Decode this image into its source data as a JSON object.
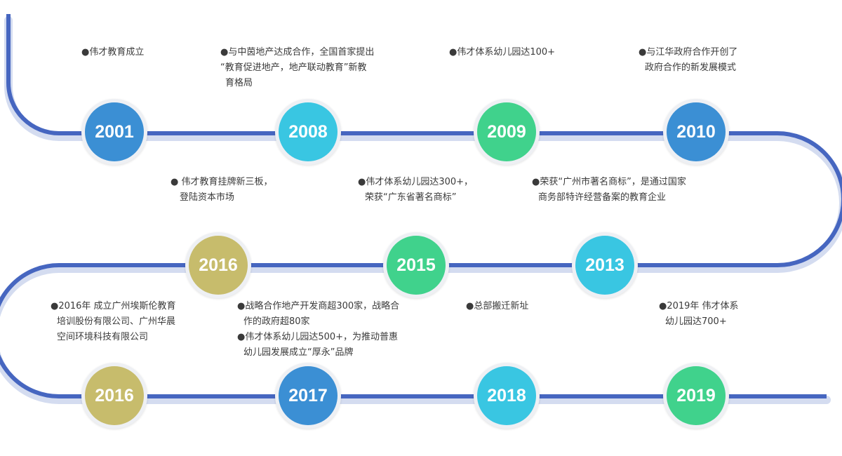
{
  "colors": {
    "track": "#4666c0",
    "track_glow": "#d4dcf0",
    "blue": "#3b8fd4",
    "cyan": "#39c6e2",
    "green": "#40d28c",
    "olive": "#c7bc6c"
  },
  "milestones": [
    {
      "year": "2001",
      "color": "#3b8fd4"
    },
    {
      "year": "2008",
      "color": "#39c6e2"
    },
    {
      "year": "2009",
      "color": "#40d28c"
    },
    {
      "year": "2010",
      "color": "#3b8fd4"
    },
    {
      "year": "2016",
      "color": "#c7bc6c"
    },
    {
      "year": "2015",
      "color": "#40d28c"
    },
    {
      "year": "2013",
      "color": "#39c6e2"
    },
    {
      "year": "2016",
      "color": "#c7bc6c"
    },
    {
      "year": "2017",
      "color": "#3b8fd4"
    },
    {
      "year": "2018",
      "color": "#39c6e2"
    },
    {
      "year": "2019",
      "color": "#40d28c"
    }
  ],
  "notes": [
    {
      "lines": [
        "●伟才教育成立"
      ]
    },
    {
      "lines": [
        "●与中茵地产达成合作，全国首家提出",
        "“教育促进地产，地产联动教育”新教",
        "育格局"
      ]
    },
    {
      "lines": [
        "●伟才体系幼儿园达100+"
      ]
    },
    {
      "lines": [
        "●与江华政府合作开创了",
        "政府合作的新发展模式"
      ]
    },
    {
      "lines": [
        "● 伟才教育挂牌新三板，",
        "登陆资本市场"
      ]
    },
    {
      "lines": [
        "●伟才体系幼儿园达300+，",
        "荣获“广东省著名商标”"
      ]
    },
    {
      "lines": [
        "●荣获“广州市著名商标”，是通过国家",
        "商务部特许经营备案的教育企业"
      ]
    },
    {
      "lines": [
        "●2016年 成立广州埃斯伦教育",
        "培训股份有限公司、广州华晨",
        "空间环境科技有限公司"
      ]
    },
    {
      "lines": [
        "●战略合作地产开发商超300家，战略合",
        "作的政府超80家",
        "●伟才体系幼儿园达500+，为推动普惠",
        "幼儿园发展成立“厚永”品牌"
      ]
    },
    {
      "lines": [
        "●总部搬迁新址"
      ]
    },
    {
      "lines": [
        "●2019年 伟才体系",
        "幼儿园达700+"
      ]
    }
  ]
}
